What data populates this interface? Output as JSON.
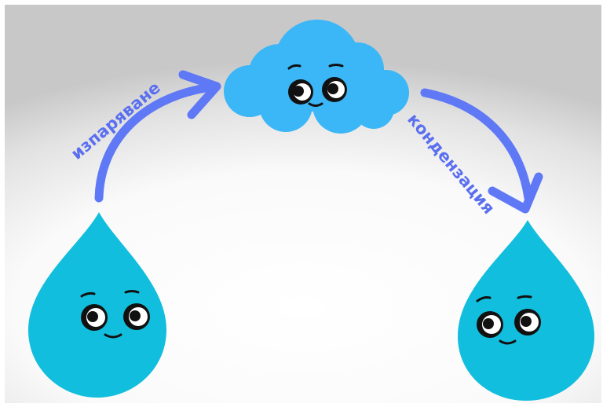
{
  "labels": {
    "evaporation": "изпаряване",
    "condensation": "кондензация"
  },
  "colors": {
    "drop": "#11bedd",
    "cloud": "#3bb6f7",
    "arrow": "#5f78f6",
    "label": "#5a6ff0",
    "face_dark": "#111111",
    "eye_white": "#ffffff"
  },
  "elements": {
    "left_drop": "water-drop",
    "cloud": "cloud",
    "right_drop": "water-drop",
    "arrow_up": "curved-arrow-up-right",
    "arrow_down": "curved-arrow-down-right"
  }
}
